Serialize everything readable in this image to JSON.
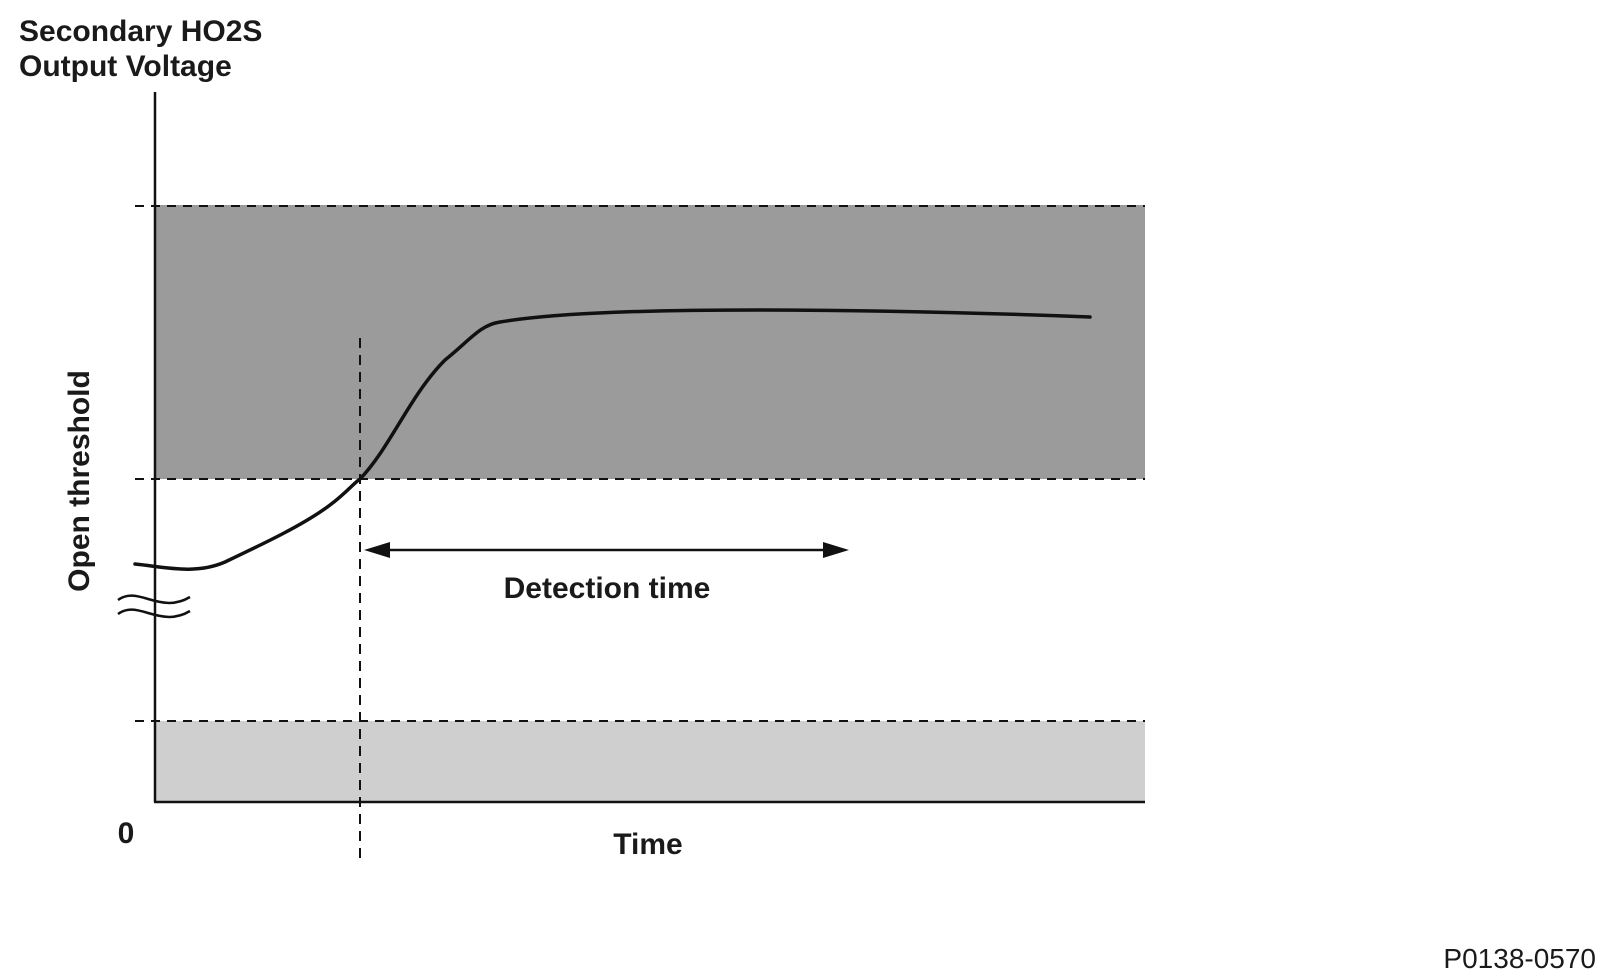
{
  "diagram": {
    "y_axis_title_line1": "Secondary HO2S",
    "y_axis_title_line2": "Output Voltage",
    "threshold_label": "Open threshold",
    "origin_label": "0",
    "x_axis_label": "Time",
    "detection_label": "Detection time",
    "figure_id": "P0138-0570",
    "colors": {
      "upper_band": "#9b9b9b",
      "lower_band": "#cfcfcf",
      "line": "#111111"
    }
  }
}
